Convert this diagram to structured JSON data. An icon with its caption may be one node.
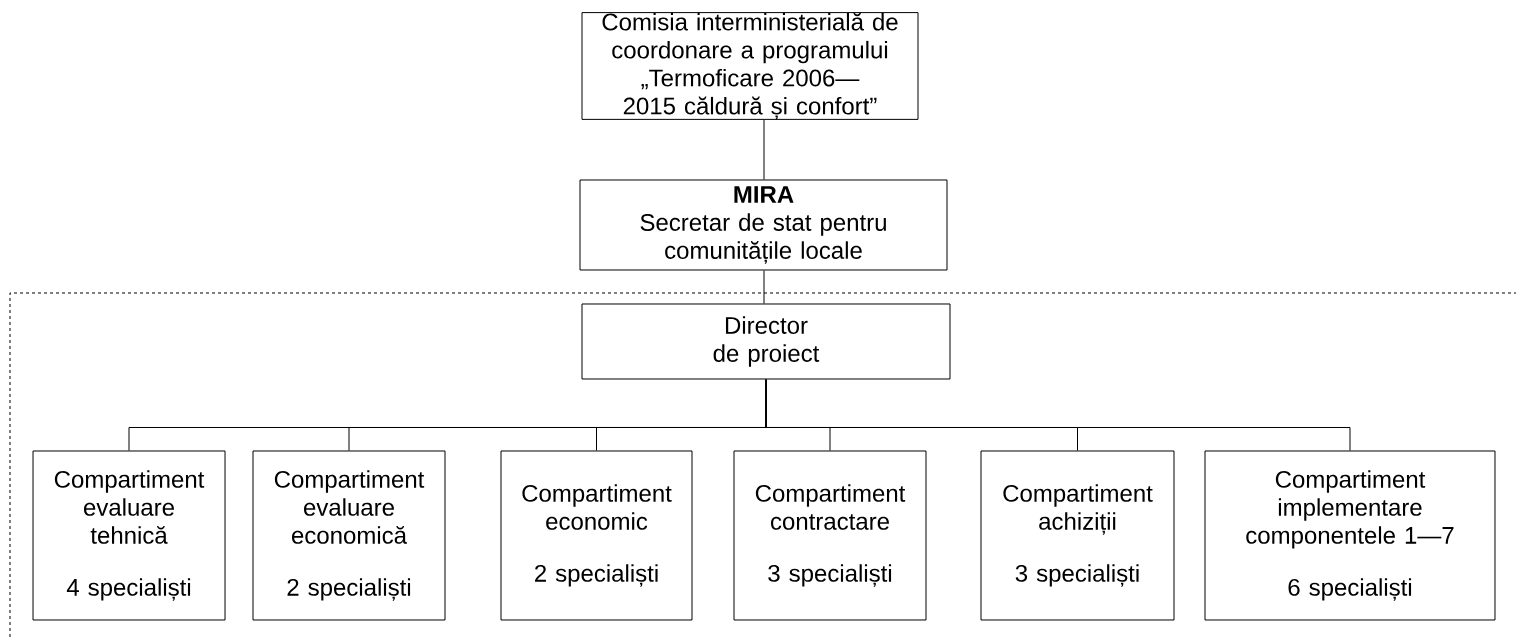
{
  "diagram": {
    "nodes": [
      {
        "text": [
          "Comisia interministerială de coordonare a programului „Termoficare 2006—2015 căldură și confort”"
        ]
      },
      {
        "text": [
          "MIRA",
          "Secretar de stat pentru comunitățile locale"
        ]
      },
      {
        "text": [
          "Director de proiect"
        ]
      },
      {
        "text": [
          "Compartiment evaluare tehnică",
          "4 specialiști"
        ]
      },
      {
        "text": [
          "Compartiment evaluare economică",
          "2 specialiști"
        ]
      },
      {
        "text": [
          "Compartiment economic",
          "2 specialiști"
        ]
      },
      {
        "text": [
          "Compartiment contractare",
          "3 specialiști"
        ]
      },
      {
        "text": [
          "Compartiment achiziții",
          "3 specialiști"
        ]
      },
      {
        "text": [
          "Compartiment implementare componentele 1—7",
          "6 specialiști"
        ]
      }
    ],
    "edges": [
      {
        "from": 0,
        "to": 1,
        "arrow": "none"
      },
      {
        "from": 1,
        "to": 2,
        "arrow": "none"
      },
      {
        "from": 2,
        "to": 3,
        "arrow": "none"
      },
      {
        "from": 2,
        "to": 4,
        "arrow": "none"
      },
      {
        "from": 2,
        "to": 5,
        "arrow": "none"
      },
      {
        "from": 2,
        "to": 6,
        "arrow": "none"
      },
      {
        "from": 2,
        "to": 7,
        "arrow": "none"
      },
      {
        "from": 2,
        "to": 8,
        "arrow": "none"
      }
    ]
  }
}
